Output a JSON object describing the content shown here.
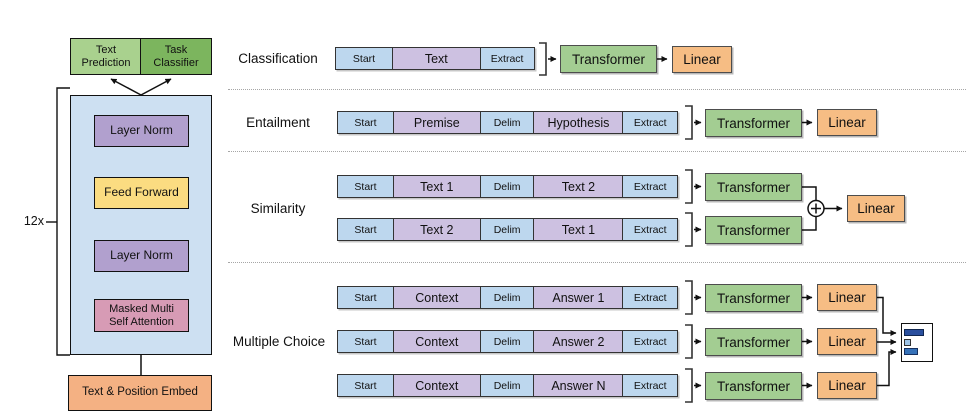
{
  "architecture": {
    "repeat_label": "12x",
    "text_prediction_label": "Text Prediction",
    "task_classifier_label": "Task Classifier",
    "layer_norm_top_label": "Layer Norm",
    "feed_forward_label": "Feed Forward",
    "layer_norm_bottom_label": "Layer Norm",
    "masked_attention_label": "Masked Multi Self Attention",
    "embed_label": "Text & Position Embed"
  },
  "tasks": {
    "classification": {
      "label": "Classification",
      "cells": [
        "Start",
        "Text",
        "Extract"
      ],
      "transformer_label": "Transformer",
      "linear_label": "Linear"
    },
    "entailment": {
      "label": "Entailment",
      "cells": [
        "Start",
        "Premise",
        "Delim",
        "Hypothesis",
        "Extract"
      ],
      "transformer_label": "Transformer",
      "linear_label": "Linear"
    },
    "similarity": {
      "label": "Similarity",
      "rows": [
        {
          "cells": [
            "Start",
            "Text 1",
            "Delim",
            "Text 2",
            "Extract"
          ],
          "transformer_label": "Transformer"
        },
        {
          "cells": [
            "Start",
            "Text 2",
            "Delim",
            "Text 1",
            "Extract"
          ],
          "transformer_label": "Transformer"
        }
      ],
      "linear_label": "Linear"
    },
    "multiple_choice": {
      "label": "Multiple Choice",
      "rows": [
        {
          "cells": [
            "Start",
            "Context",
            "Delim",
            "Answer 1",
            "Extract"
          ],
          "transformer_label": "Transformer",
          "linear_label": "Linear"
        },
        {
          "cells": [
            "Start",
            "Context",
            "Delim",
            "Answer 2",
            "Extract"
          ],
          "transformer_label": "Transformer",
          "linear_label": "Linear"
        },
        {
          "cells": [
            "Start",
            "Context",
            "Delim",
            "Answer N",
            "Extract"
          ],
          "transformer_label": "Transformer",
          "linear_label": "Linear"
        }
      ]
    }
  },
  "answer_chart": {
    "type": "bar",
    "orientation": "horizontal",
    "bars": [
      {
        "relative_value": 0.95,
        "style": "top:5px;width:20px;background:#2a4f9e;border-color:#10264f"
      },
      {
        "relative_value": 0.33,
        "style": "top:15px;width:7px;background:#9dc3e6;border-color:#333"
      },
      {
        "relative_value": 0.65,
        "style": "top:24px;width:14px;background:#3672b9;border-color:#16305f"
      }
    ]
  },
  "colors": {
    "token_blue": "#bdd7ee",
    "token_purple": "#cdc1e1",
    "transformer_green": "#a3cd92",
    "linear_orange": "#f6bd84",
    "embed_orange": "#f4b183",
    "layer_norm_purple": "#b1a0ce",
    "feed_forward_yellow": "#fbdc81",
    "attention_pink": "#d79bb5",
    "container_blue": "#cde0f2",
    "text_prediction_green": "#a9d18e",
    "task_classifier_green": "#7cb55e"
  }
}
